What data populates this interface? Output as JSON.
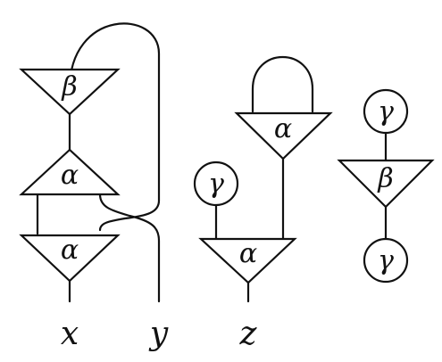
{
  "labels": {
    "beta_left": "β",
    "alpha_left_top": "α",
    "alpha_left_bottom": "α",
    "alpha_mid_top": "α",
    "alpha_mid_bottom": "α",
    "gamma_mid": "γ",
    "gamma_right_top": "γ",
    "beta_right": "β",
    "gamma_right_bottom": "γ"
  },
  "outputs": {
    "x": "x",
    "y": "y",
    "z": "z"
  }
}
